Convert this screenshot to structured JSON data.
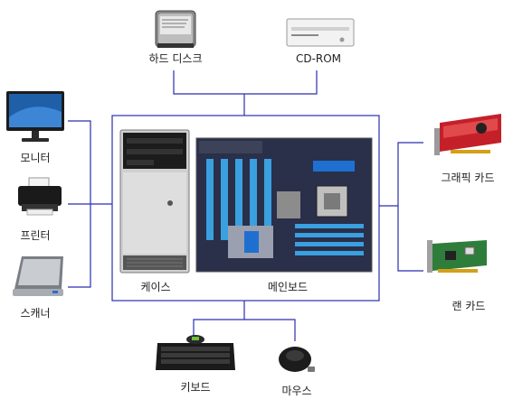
{
  "diagram": {
    "line_color": "#2a2fb0",
    "nodes": {
      "hdd": "하드 디스크",
      "cdrom": "CD-ROM",
      "monitor": "모니터",
      "printer": "프린터",
      "scanner": "스캐너",
      "graphics_card": "그래픽 카드",
      "lan_card": "랜 카드",
      "keyboard": "키보드",
      "mouse": "마우스",
      "case": "케이스",
      "mainboard": "메인보드"
    }
  }
}
